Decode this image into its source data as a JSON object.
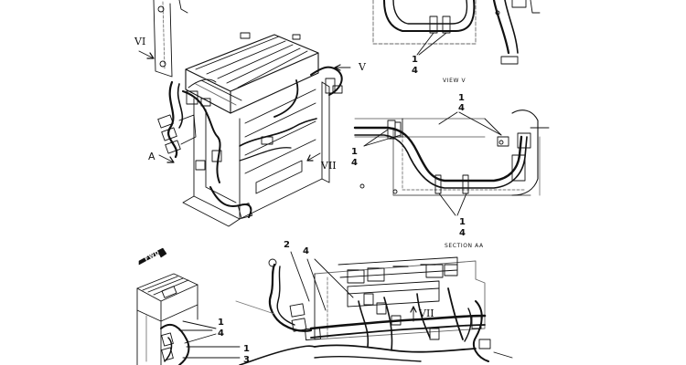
{
  "title": "",
  "colors": {
    "ink": "#111111",
    "paper": "#ffffff",
    "faint": "#888888"
  },
  "views": {
    "top_left": {
      "view_arrow_vi": "VI",
      "view_arrow_v": "V",
      "view_arrow_vii": "VII",
      "section_arrow_a": "A"
    },
    "view_v": {
      "caption": "VIEW V",
      "callout_upper": "1",
      "callout_lower": "4"
    },
    "section_aa": {
      "caption": "SECTION AA",
      "callout_top_upper": "1",
      "callout_top_lower": "4",
      "callout_left_upper": "1",
      "callout_left_lower": "4",
      "callout_bottom_upper": "1",
      "callout_bottom_lower": "4"
    },
    "bottom_left": {
      "fwd_label": "FWD",
      "callout_mid_upper": "1",
      "callout_mid_lower": "4",
      "callout_low_upper": "1",
      "callout_low_lower": "3"
    },
    "bottom_center": {
      "callout_2": "2",
      "callout_4": "4",
      "view_arrow_vii": "VII"
    }
  },
  "icons": [
    "direction-arrow-icon",
    "fwd-arrow-icon"
  ]
}
